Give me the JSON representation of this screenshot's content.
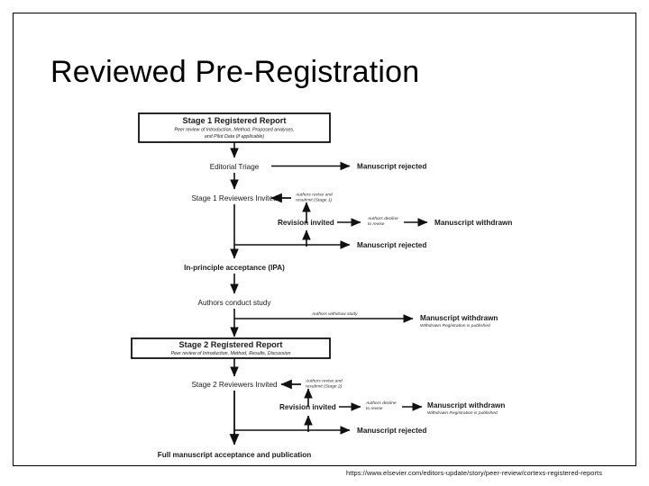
{
  "slide": {
    "title": "Reviewed Pre-Registration",
    "source_url": "https://www.elsevier.com/editors-update/story/peer-review/cortexs-registered-reports",
    "border_color": "#000000",
    "background_color": "#ffffff"
  },
  "chart_data": {
    "type": "diagram",
    "title": "Registered Reports peer review workflow",
    "nodes": {
      "stage1_box_title": "Stage 1 Registered Report",
      "stage1_box_sub": "Peer review of Introduction, Method, Proposed analyses,",
      "stage1_box_sub2": "and Pilot Data (if applicable)",
      "editorial_triage": "Editorial Triage",
      "rejected_1": "Manuscript rejected",
      "stage1_reviewers": "Stage 1 Reviewers Invited",
      "authors_revise_s1": "Authors revise and",
      "authors_revise_s1b": "resubmit (Stage 1)",
      "revision_invited_1": "Revision invited",
      "authors_decline_1": "Authors decline",
      "authors_decline_1b": "to revise",
      "withdrawn_1": "Manuscript withdrawn",
      "rejected_2": "Manuscript rejected",
      "ipa": "In-principle acceptance (IPA)",
      "authors_conduct": "Authors conduct study",
      "authors_withdraw": "Authors withdraw study",
      "withdrawn_2": "Manuscript withdrawn",
      "withdrawn_2_sub": "Withdrawn Registration is published",
      "stage2_box_title": "Stage 2 Registered Report",
      "stage2_box_sub": "Peer review of Introduction, Method, Results, Discussion",
      "stage2_reviewers": "Stage 2 Reviewers Invited",
      "authors_revise_s2": "Authors revise and",
      "authors_revise_s2b": "resubmit (Stage 2)",
      "revision_invited_2": "Revision invited",
      "authors_decline_2": "Authors decline",
      "authors_decline_2b": "to revise",
      "withdrawn_3": "Manuscript withdrawn",
      "withdrawn_3_sub": "Withdrawn Registration is published",
      "rejected_3": "Manuscript rejected",
      "final": "Full manuscript acceptance and publication"
    }
  }
}
